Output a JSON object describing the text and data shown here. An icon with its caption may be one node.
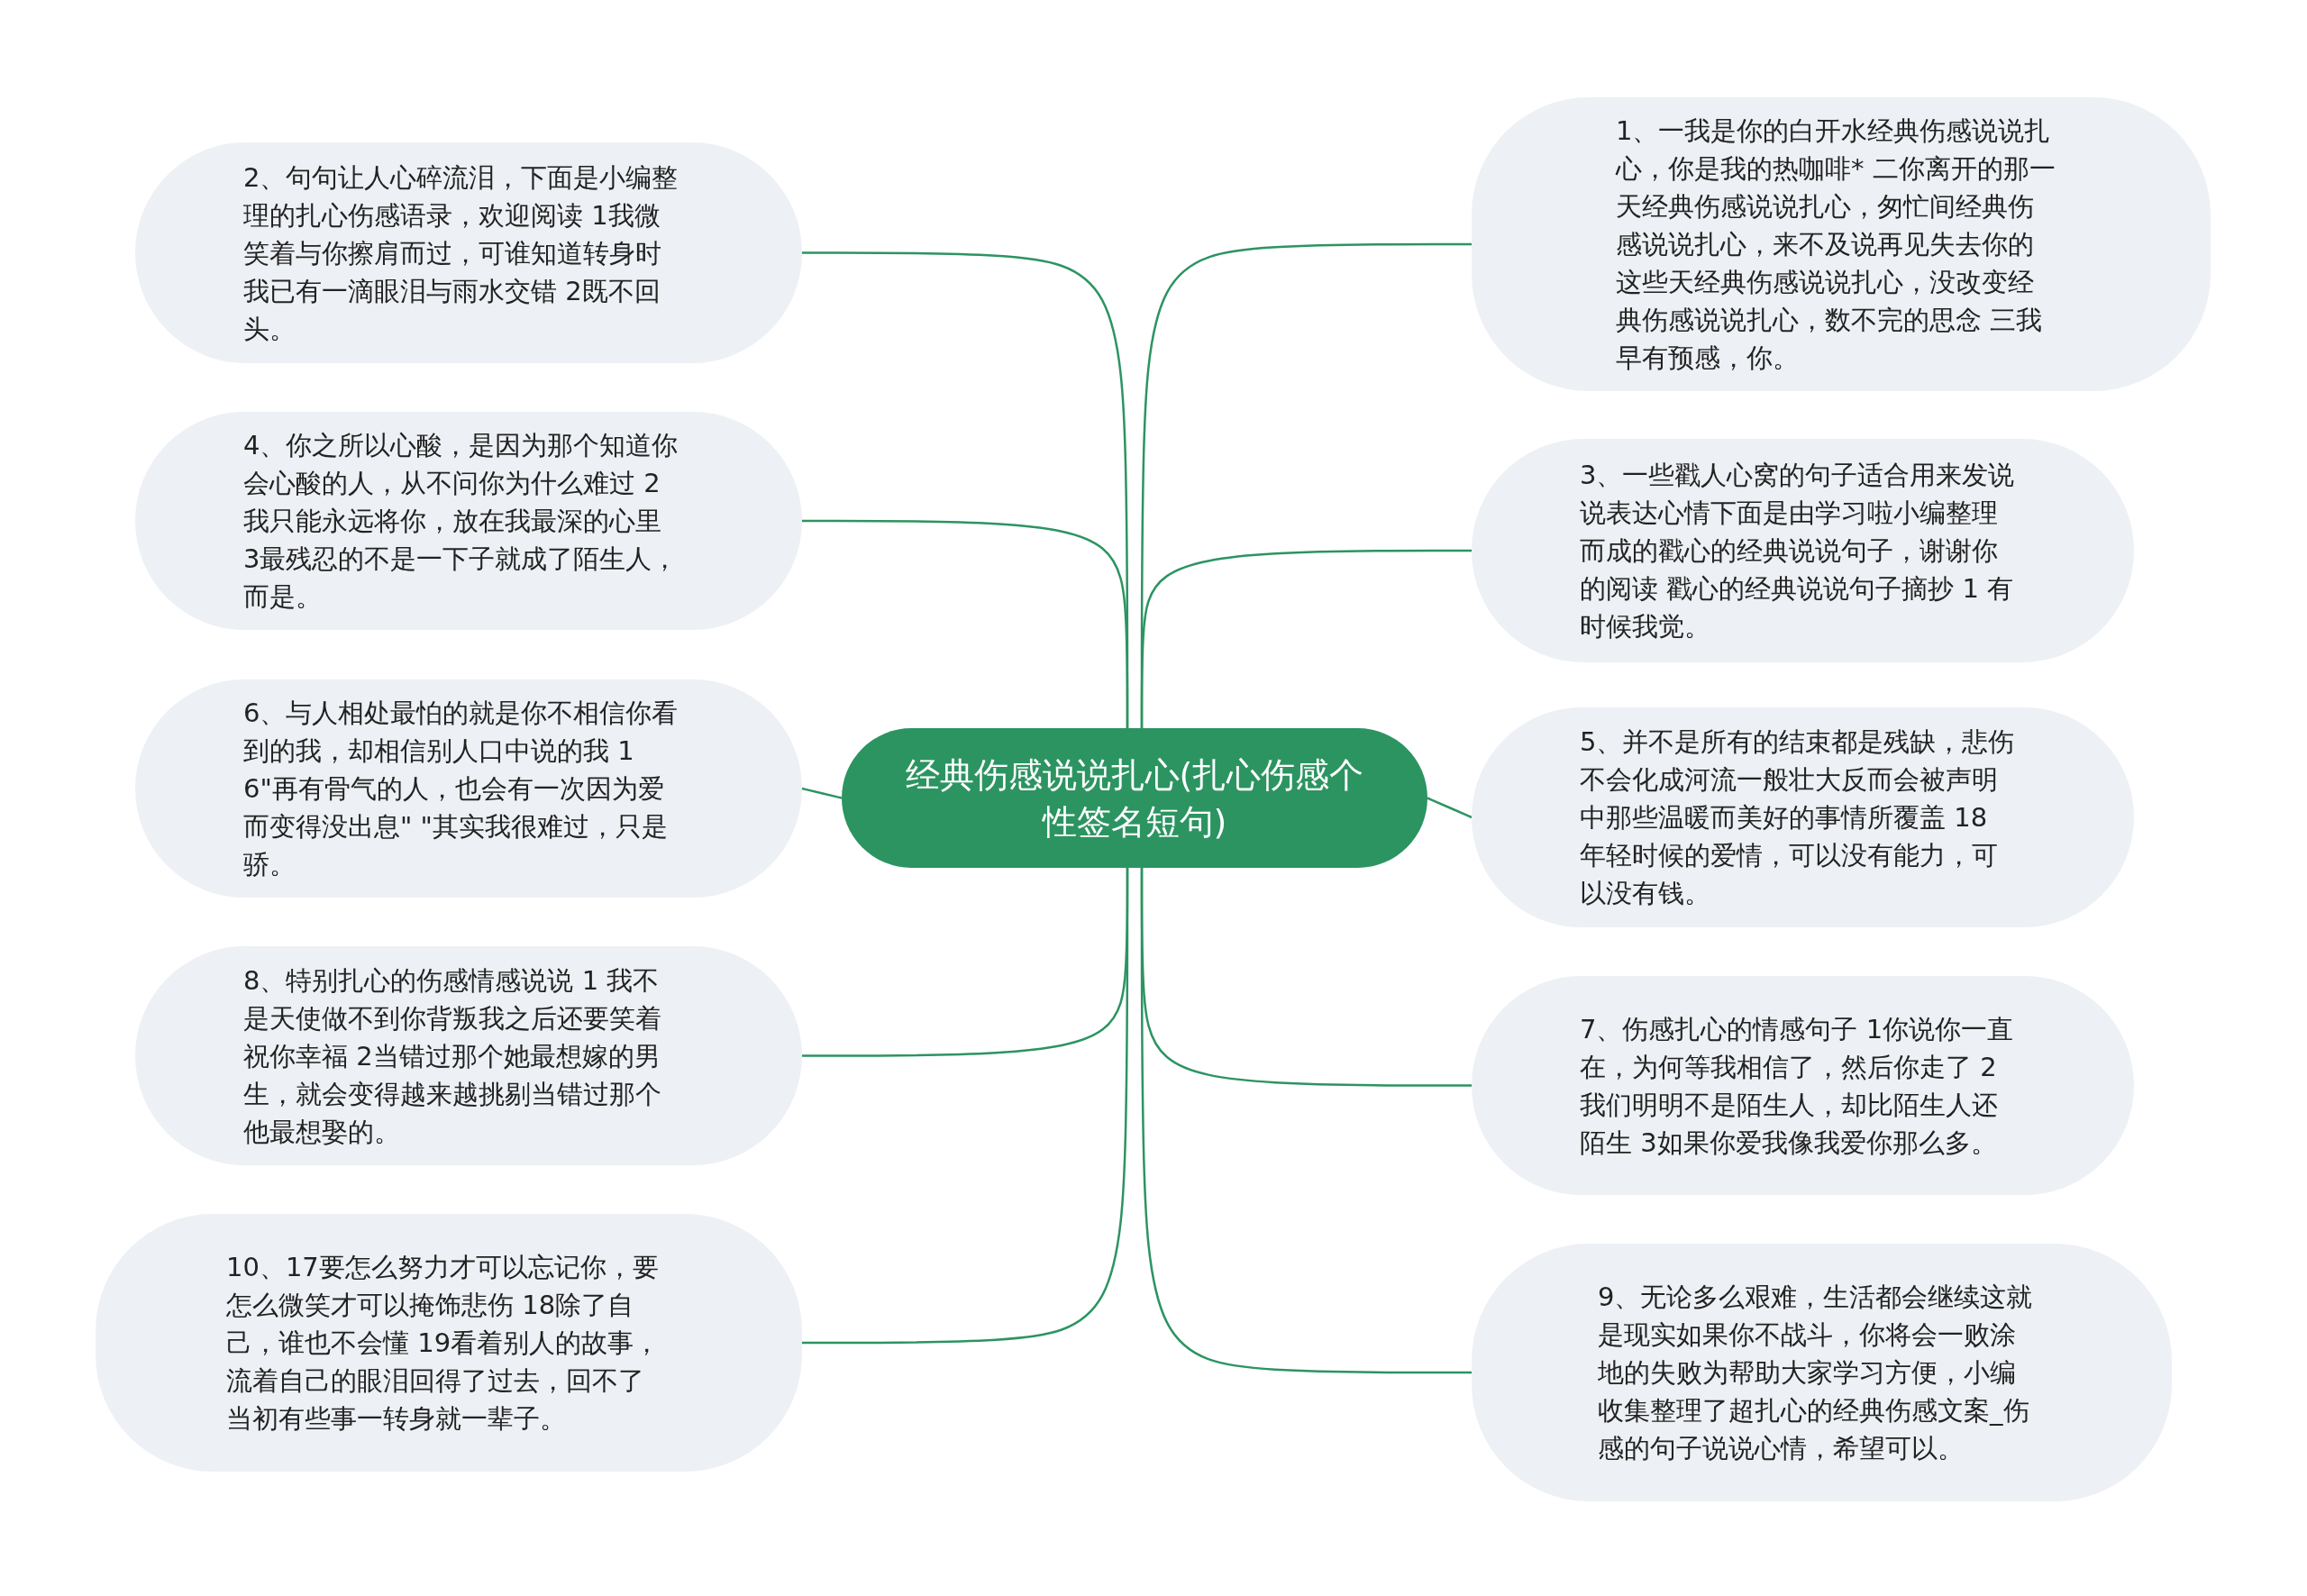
{
  "diagram": {
    "nodes": [
      {
        "text": [
          "经典伤感说说扎心(扎心伤感个性签名短句)"
        ]
      },
      {
        "text": [
          "1、一我是你的白开水经典伤感说说扎心，你是我的热咖啡* 二你离开的那一天经典伤感说说扎心，匆忙间经典伤感说说扎心，来不及说再见失去你的这些天经典伤感说说扎心，没改变经典伤感说说扎心，数不完的思念 三我早有预感，你。"
        ]
      },
      {
        "text": [
          "2、句句让人心碎流泪，下面是小编整理的扎心伤感语录，欢迎阅读 1我微笑着与你擦肩而过，可谁知道转身时我已有一滴眼泪与雨水交错 2既不回头。"
        ]
      },
      {
        "text": [
          "3、一些戳人心窝的句子适合用来发说说表达心情下面是由学习啦小编整理而成的戳心的经典说说句子，谢谢你的阅读 戳心的经典说说句子摘抄 1 有时候我觉。"
        ]
      },
      {
        "text": [
          "4、你之所以心酸，是因为那个知道你会心酸的人，从不问你为什么难过 2我只能永远将你，放在我最深的心里 3最残忍的不是一下子就成了陌生人，而是。"
        ]
      },
      {
        "text": [
          "5、并不是所有的结束都是残缺，悲伤不会化成河流一般壮大反而会被声明中那些温暖而美好的事情所覆盖 18 年轻时候的爱情，可以没有能力，可以没有钱。"
        ]
      },
      {
        "text": [
          "6、与人相处最怕的就是你不相信你看到的我，却相信别人口中说的我 16\"再有骨气的人，也会有一次因为爱而变得没出息\" \"其实我很难过，只是骄。"
        ]
      },
      {
        "text": [
          "7、伤感扎心的情感句子 1你说你一直在，为何等我相信了，然后你走了 2我们明明不是陌生人，却比陌生人还陌生 3如果你爱我像我爱你那么多。"
        ]
      },
      {
        "text": [
          "8、特别扎心的伤感情感说说 1 我不是天使做不到你背叛我之后还要笑着祝你幸福 2当错过那个她最想嫁的男生，就会变得越来越挑剔当错过那个他最想娶的。"
        ]
      },
      {
        "text": [
          "9、无论多么艰难，生活都会继续这就是现实如果你不战斗，你将会一败涂地的失败为帮助大家学习方便，小编收集整理了超扎心的经典伤感文案_伤感的句子说说心情，希望可以。"
        ]
      },
      {
        "text": [
          "10、17要怎么努力才可以忘记你，要怎么微笑才可以掩饰悲伤 18除了自己，谁也不会懂 19看着别人的故事，流着自己的眼泪回得了过去，回不了当初有些事一转身就一辈子。"
        ]
      }
    ],
    "edges": [
      {
        "from": 0,
        "to": 1,
        "arrow": "none"
      },
      {
        "from": 0,
        "to": 2,
        "arrow": "none"
      },
      {
        "from": 0,
        "to": 3,
        "arrow": "none"
      },
      {
        "from": 0,
        "to": 4,
        "arrow": "none"
      },
      {
        "from": 0,
        "to": 5,
        "arrow": "none"
      },
      {
        "from": 0,
        "to": 6,
        "arrow": "none"
      },
      {
        "from": 0,
        "to": 7,
        "arrow": "none"
      },
      {
        "from": 0,
        "to": 8,
        "arrow": "none"
      },
      {
        "from": 0,
        "to": 9,
        "arrow": "none"
      },
      {
        "from": 0,
        "to": 10,
        "arrow": "none"
      }
    ]
  }
}
